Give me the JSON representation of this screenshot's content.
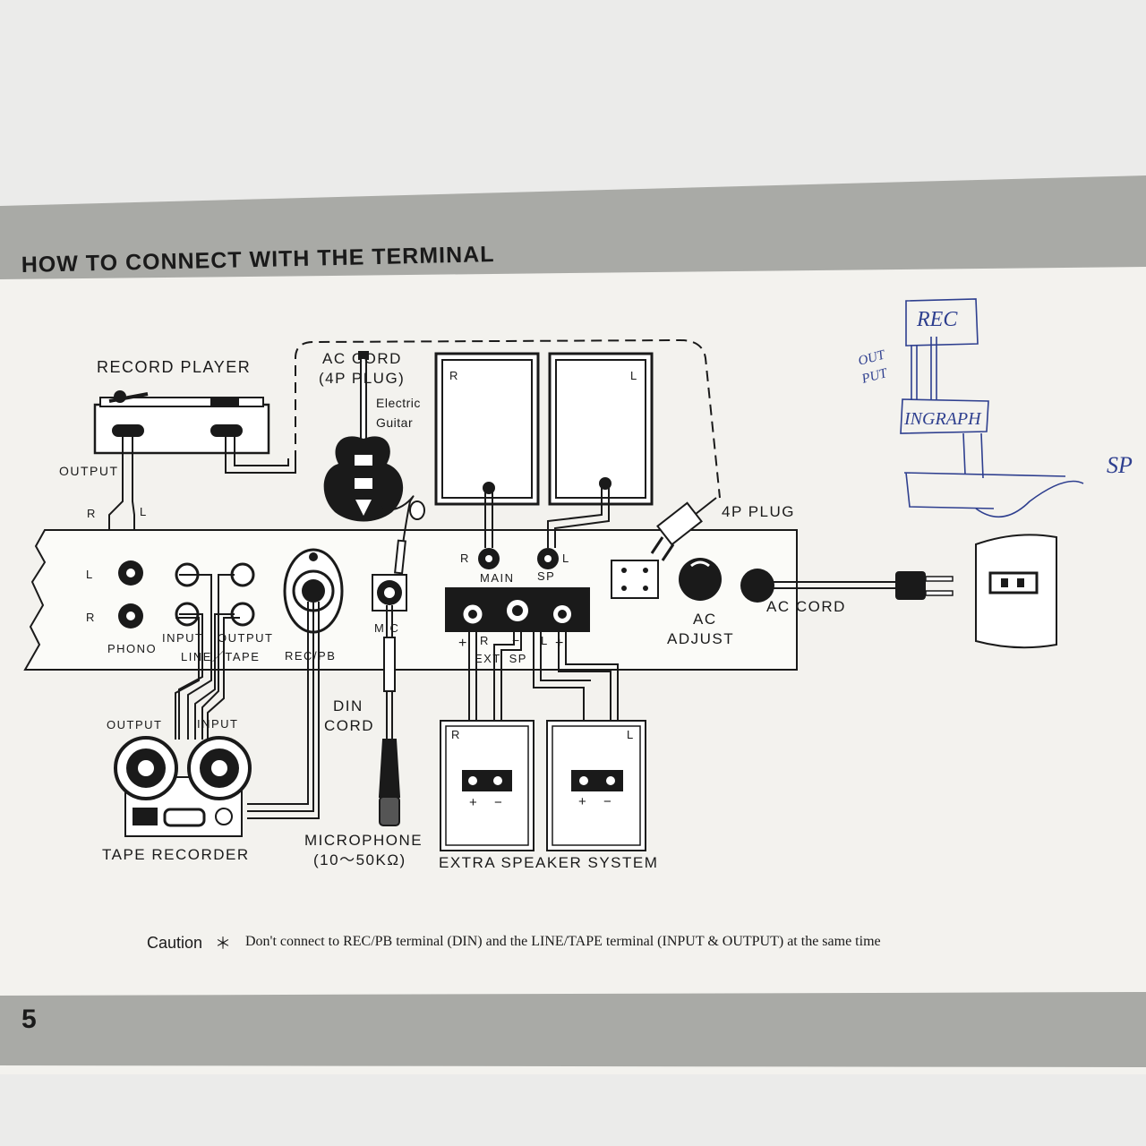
{
  "header": {
    "title": "HOW TO CONNECT WITH THE TERMINAL"
  },
  "colors": {
    "band": "#a9aaa6",
    "paper": "#f3f2ee",
    "ink": "#1a1a1a",
    "pen": "#2e3f8f"
  },
  "labels": {
    "record_player": "RECORD PLAYER",
    "output": "OUTPUT",
    "r": "R",
    "l": "L",
    "phono": "PHONO",
    "input": "INPUT",
    "output2": "OUTPUT",
    "line_tape": "LINE／TAPE",
    "rec_pb": "REC/PB",
    "ac_cord_top": "AC CORD",
    "plug_4p_paren": "(4P PLUG)",
    "electric": "Electric",
    "guitar": "Guitar",
    "mic": "MIC",
    "main": "MAIN",
    "sp": "SP",
    "plus": "+",
    "minus": "−",
    "ext_sp": "EXT. SP",
    "ac": "AC",
    "adjust": "ADJUST",
    "ac_cord": "AC CORD",
    "plug_4p": "4P PLUG",
    "din": "DIN",
    "cord": "CORD",
    "tape_output": "OUTPUT",
    "tape_input": "INPUT",
    "tape_recorder": "TAPE RECORDER",
    "microphone": "MICROPHONE",
    "mic_impedance": "(10～50KΩ)",
    "extra_speaker": "EXTRA SPEAKER SYSTEM"
  },
  "handwriting": {
    "rec": "REC",
    "out": "OUT",
    "put": "PUT",
    "in_graph": "INGRAPH",
    "sp": "SP"
  },
  "caution": {
    "label": "Caution",
    "star": "＊",
    "text": "Don't connect to REC/PB terminal (DIN) and the LINE/TAPE terminal (INPUT & OUTPUT) at the same time"
  },
  "footer": {
    "page_number": "5"
  }
}
